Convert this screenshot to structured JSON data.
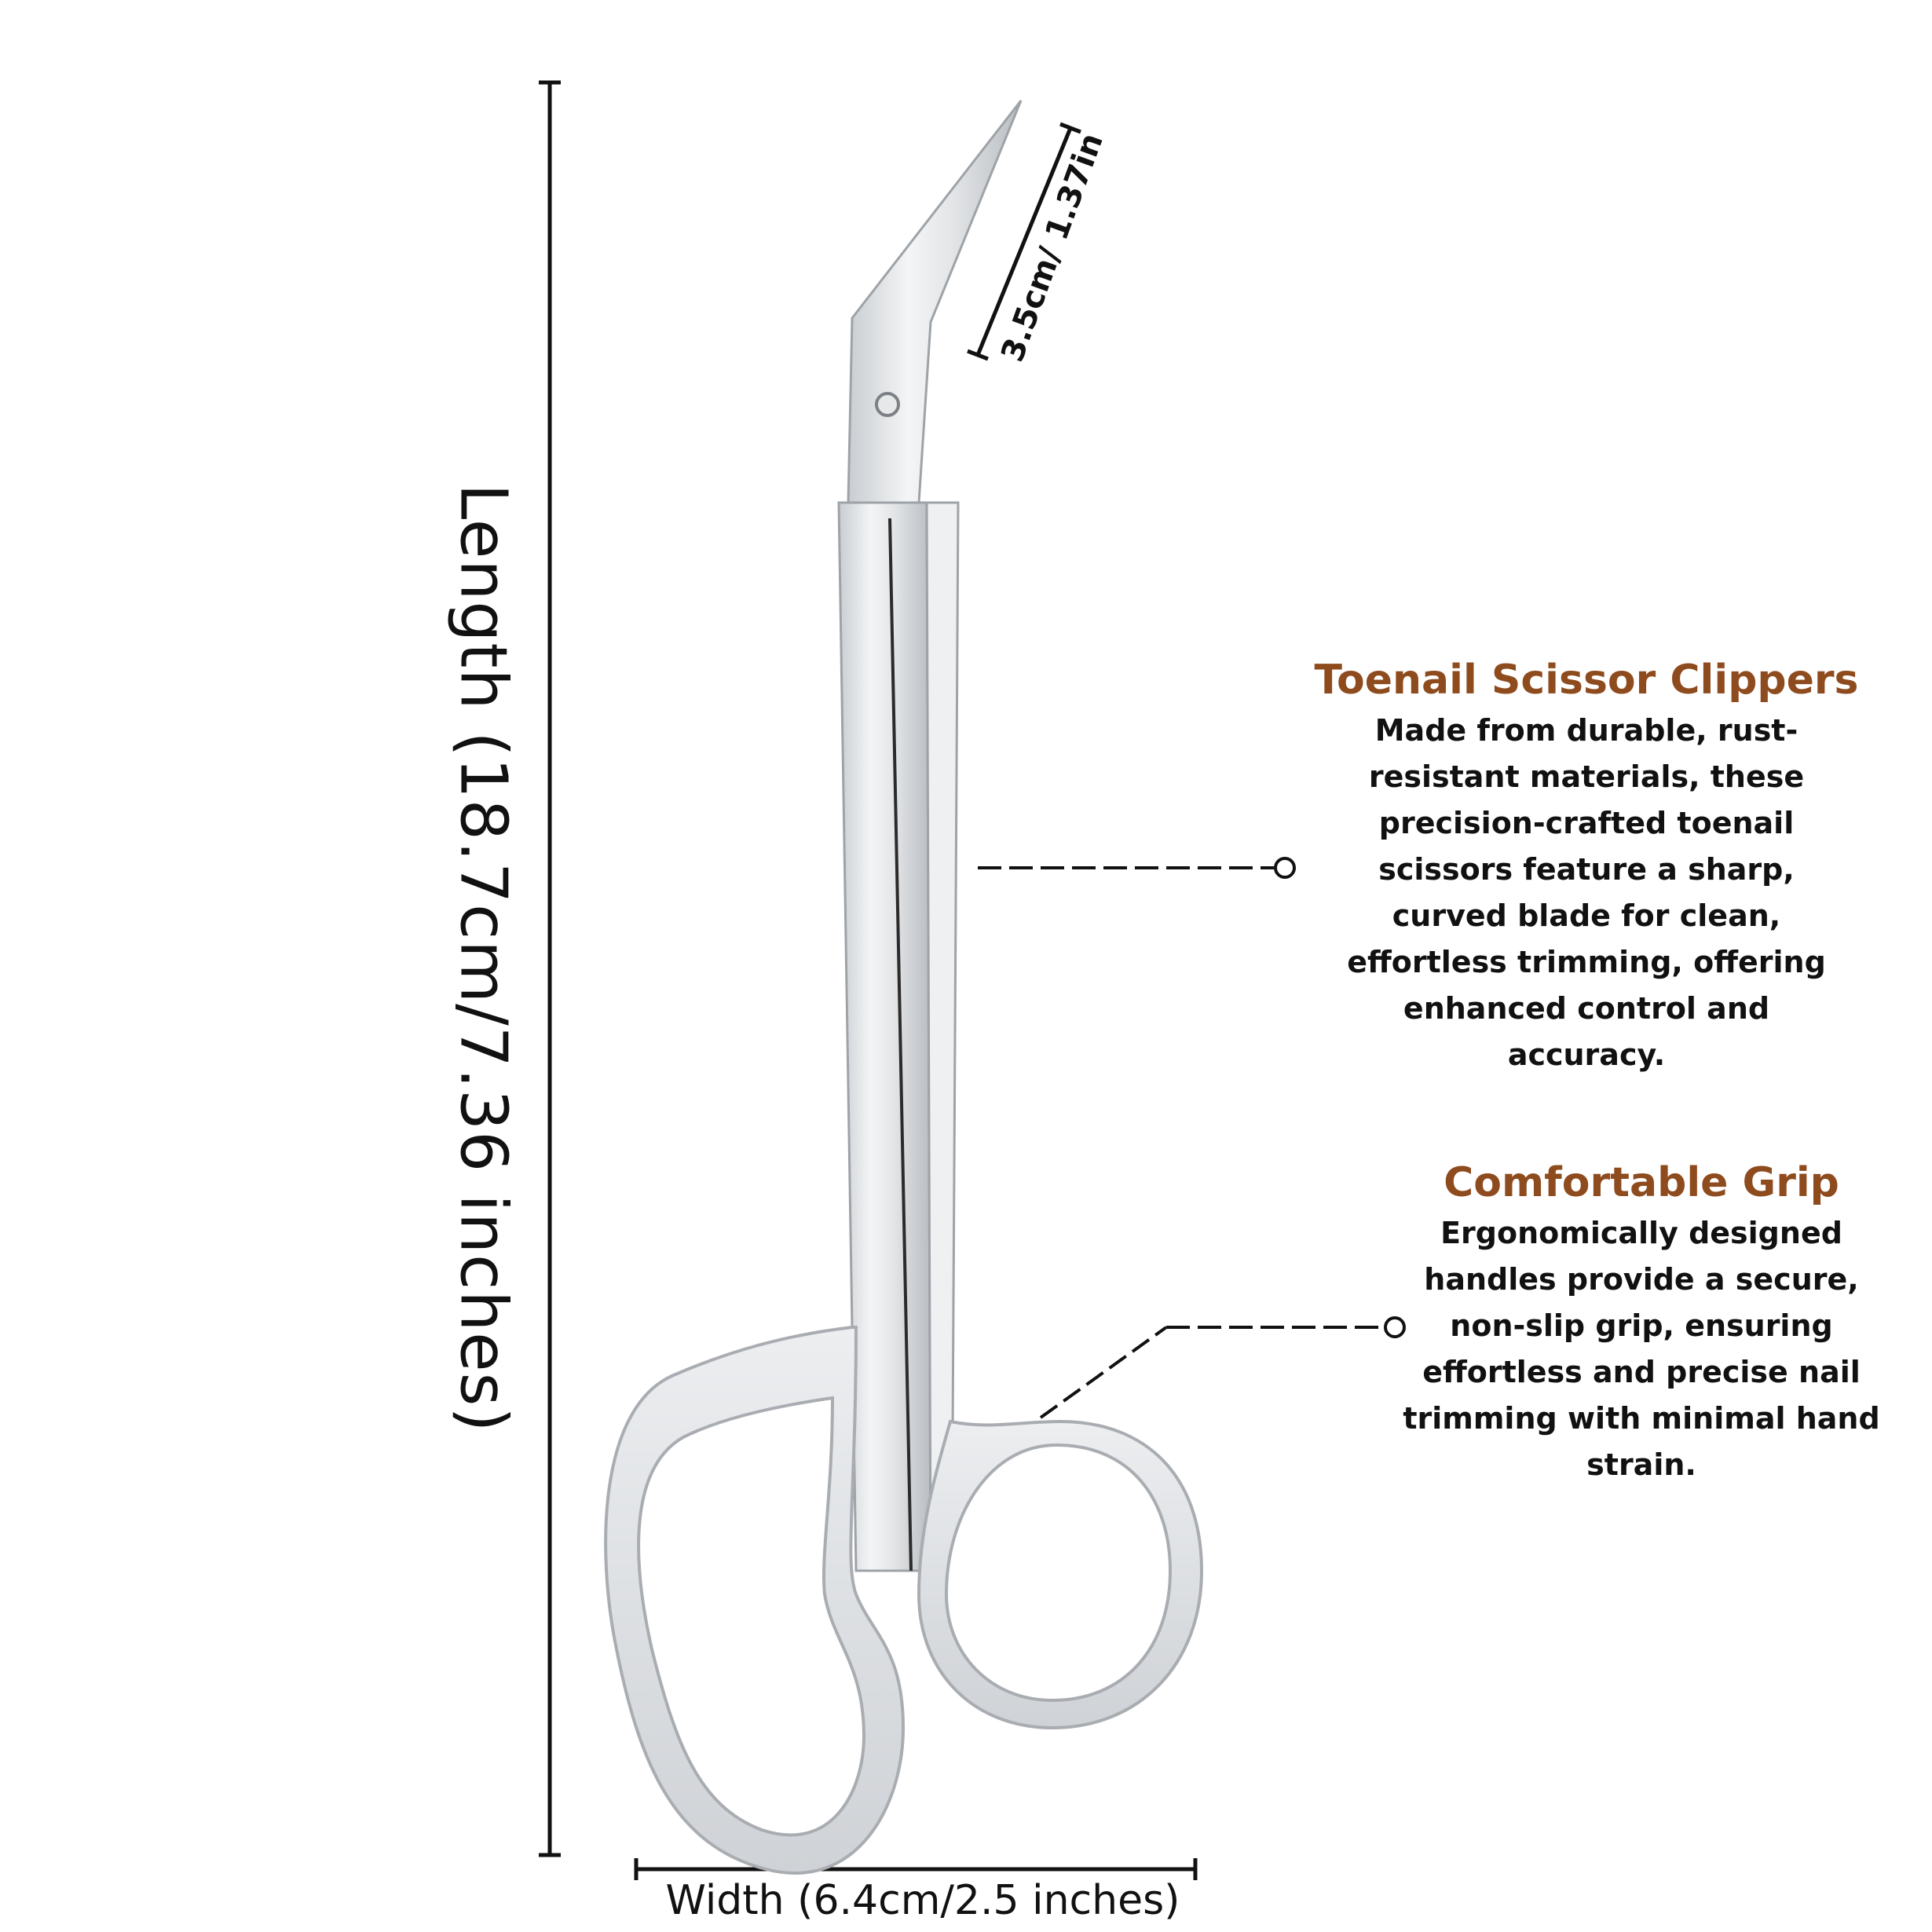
{
  "dimensions": {
    "length": "Length (18.7cm/7.36 inches)",
    "width": "Width (6.4cm/2.5 inches)",
    "tip": "3.5cm/ 1.37in"
  },
  "features": [
    {
      "title": "Toenail Scissor Clippers",
      "text": "Made from durable, rust-\nresistant materials, these\nprecision-crafted toenail\nscissors feature a sharp,\ncurved blade for clean,\neffortless trimming, offering\nenhanced control and\naccuracy."
    },
    {
      "title": "Comfortable Grip",
      "text": "Ergonomically designed\nhandles provide a secure,\nnon-slip grip, ensuring\neffortless and precise nail\ntrimming with minimal hand\nstrain."
    }
  ],
  "colors": {
    "title": "#8e4b1e",
    "text": "#111111",
    "metal": "#d9dcdf"
  },
  "icons": [
    "scissors-illustration",
    "callout-dot"
  ]
}
